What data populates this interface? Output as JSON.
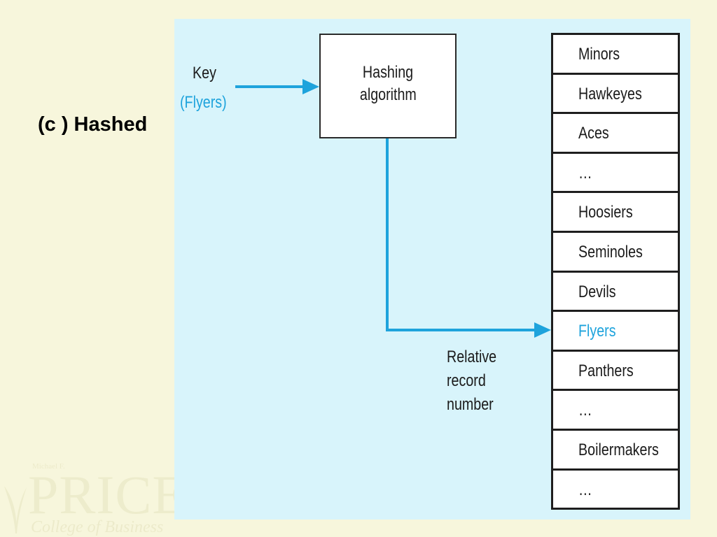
{
  "slide": {
    "title": "(c ) Hashed"
  },
  "watermark": {
    "small": "Michael F.",
    "big": "PRICE",
    "sub": "College of Business"
  },
  "diagram": {
    "key_label": "Key",
    "key_value": "(Flyers)",
    "algorithm_line1": "Hashing",
    "algorithm_line2": "algorithm",
    "rrn_line1": "Relative",
    "rrn_line2": "record",
    "rrn_line3": "number",
    "records": [
      {
        "label": "Minors"
      },
      {
        "label": "Hawkeyes"
      },
      {
        "label": "Aces"
      },
      {
        "label": "…"
      },
      {
        "label": "Hoosiers"
      },
      {
        "label": "Seminoles"
      },
      {
        "label": "Devils"
      },
      {
        "label": "Flyers",
        "highlight": true
      },
      {
        "label": "Panthers"
      },
      {
        "label": "…"
      },
      {
        "label": "Boilermakers"
      },
      {
        "label": "…"
      }
    ],
    "colors": {
      "arrow": "#1ea3dc",
      "highlight_text": "#1ea3dc",
      "panel": "#d8f4fb",
      "background": "#f7f6dc"
    }
  }
}
